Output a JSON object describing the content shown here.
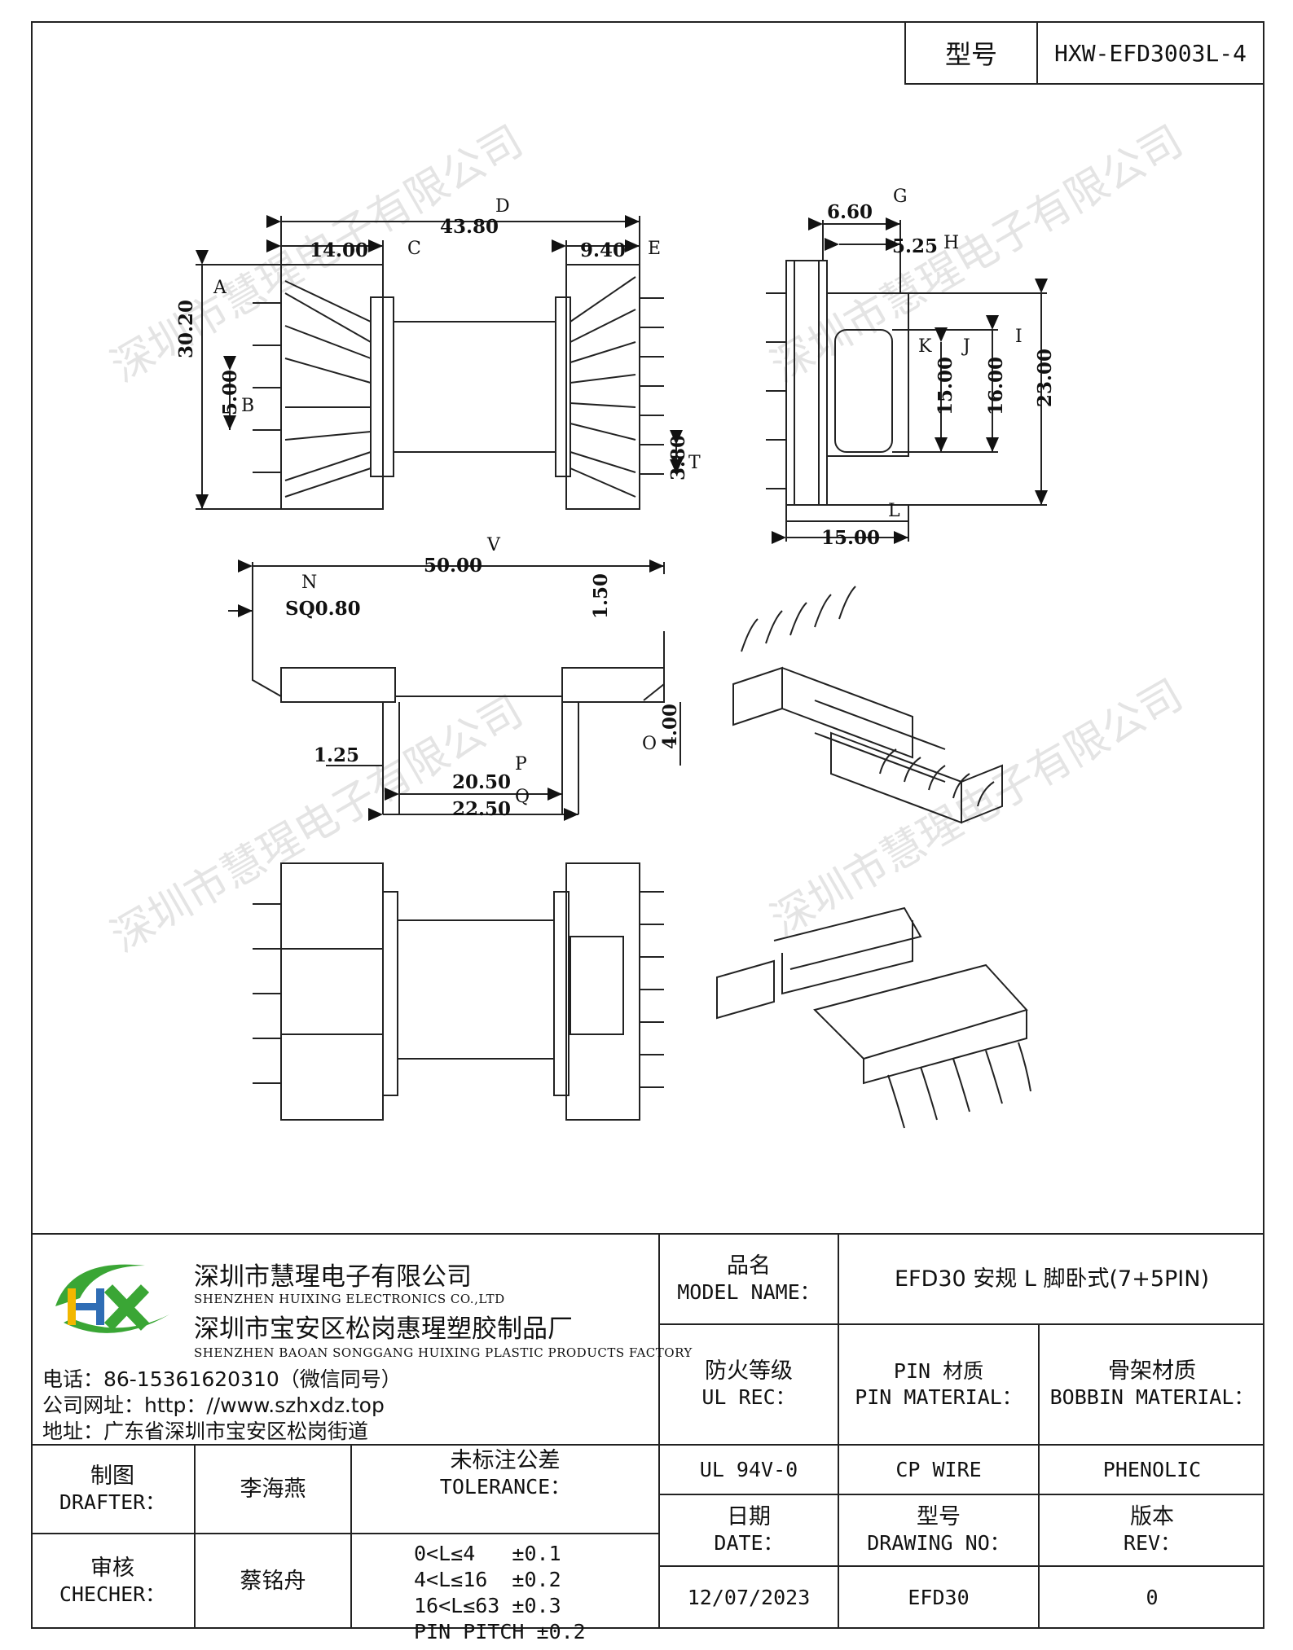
{
  "header": {
    "model_label": "型号",
    "model_value": "HXW-EFD3003L-4"
  },
  "watermark": "深圳市慧瑆电子有限公司",
  "dimensions": {
    "top_view": {
      "overall": "43.80",
      "left_flange": "14.00",
      "right_flange": "9.40",
      "height": "30.20",
      "pin_pitch_left": "5.00",
      "pin_pitch_right": "3.80",
      "marker_A": "A",
      "marker_B": "B",
      "marker_C": "C",
      "marker_D": "D",
      "marker_E": "E",
      "marker_T": "T"
    },
    "side_view": {
      "d660": "6.60",
      "d525": "5.25",
      "d1500v": "15.00",
      "d1600": "16.00",
      "d2300": "23.00",
      "d1500h": "15.00",
      "marker_G": "G",
      "marker_H": "H",
      "marker_K": "K",
      "marker_J": "J",
      "marker_I": "I",
      "marker_L": "L"
    },
    "front_view": {
      "overall": "50.00",
      "wire": "SQ0.80",
      "step": "1.50",
      "height": "4.00",
      "flange": "1.25",
      "inner": "20.50",
      "outer": "22.50",
      "marker_N": "N",
      "marker_V": "V",
      "marker_O": "O",
      "marker_P": "P",
      "marker_Q": "Q"
    }
  },
  "title_block": {
    "company_cn": "深圳市慧瑆电子有限公司",
    "company_en": "SHENZHEN HUIXING ELECTRONICS CO.,LTD",
    "factory_cn": "深圳市宝安区松岗惠瑆塑胶制品厂",
    "factory_en": "SHENZHEN BAOAN SONGGANG HUIXING PLASTIC PRODUCTS FACTORY",
    "logo_text": "HX",
    "phone": "电话：86-15361620310（微信同号）",
    "website": "公司网址：http：//www.szhxdz.top",
    "address": "地址：广东省深圳市宝安区松岗街道",
    "model_name_cn": "品名",
    "model_name_en": "MODEL NAME：",
    "model_name_value": "EFD30 安规 L 脚卧式(7+5PIN)",
    "ul_cn": "防火等级",
    "ul_en": "UL REC：",
    "pin_cn": "PIN 材质",
    "pin_en": "PIN MATERIAL：",
    "bobbin_cn": "骨架材质",
    "bobbin_en": "BOBBIN MATERIAL：",
    "ul_value": "UL 94V-0",
    "pin_value": "CP WIRE",
    "bobbin_value": "PHENOLIC",
    "drafter_cn": "制图",
    "drafter_en": "DRAFTER：",
    "drafter_name": "李海燕",
    "checker_cn": "审核",
    "checker_en": "CHECHER：",
    "checker_name": "蔡铭舟",
    "tolerance_cn": "未标注公差",
    "tolerance_en": "TOLERANCE：",
    "tol1": "0<L≤4   ±0.1",
    "tol2": "4<L≤16  ±0.2",
    "tol3": "16<L≤63 ±0.3",
    "tol4": "PIN PITCH ±0.2",
    "date_cn": "日期",
    "date_en": "DATE：",
    "drawing_cn": "型号",
    "drawing_en": "DRAWING NO：",
    "rev_cn": "版本",
    "rev_en": "REV：",
    "date_value": "12/07/2023",
    "drawing_value": "EFD30",
    "rev_value": "0"
  },
  "colors": {
    "line": "#222222",
    "logo_green": "#3aa635",
    "logo_yellow": "#f2b700",
    "logo_blue": "#2f6db5"
  }
}
